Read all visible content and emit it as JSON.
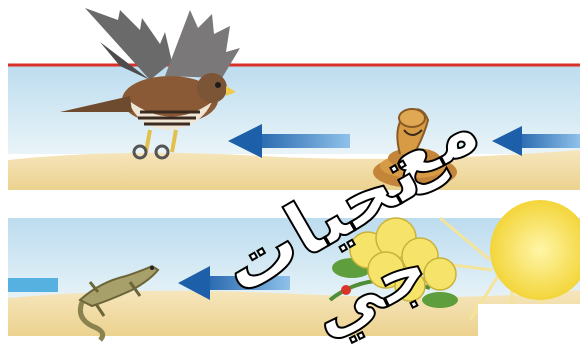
{
  "diagram": {
    "type": "food-chain",
    "panels": [
      {
        "organisms": [
          "hawk-icon",
          "snake-icon"
        ]
      },
      {
        "organisms": [
          "lizard-icon",
          "flower-icon",
          "sun-icon"
        ]
      }
    ]
  },
  "watermark": {
    "line1": "مع",
    "line2": "تحيات",
    "line3": "جي"
  },
  "colors": {
    "sky": "#cfe6f2",
    "sand": "#f3dca2",
    "border_red": "#d9302a",
    "arrow_blue": "#2f7cc4",
    "sun": "#f7e04a"
  }
}
